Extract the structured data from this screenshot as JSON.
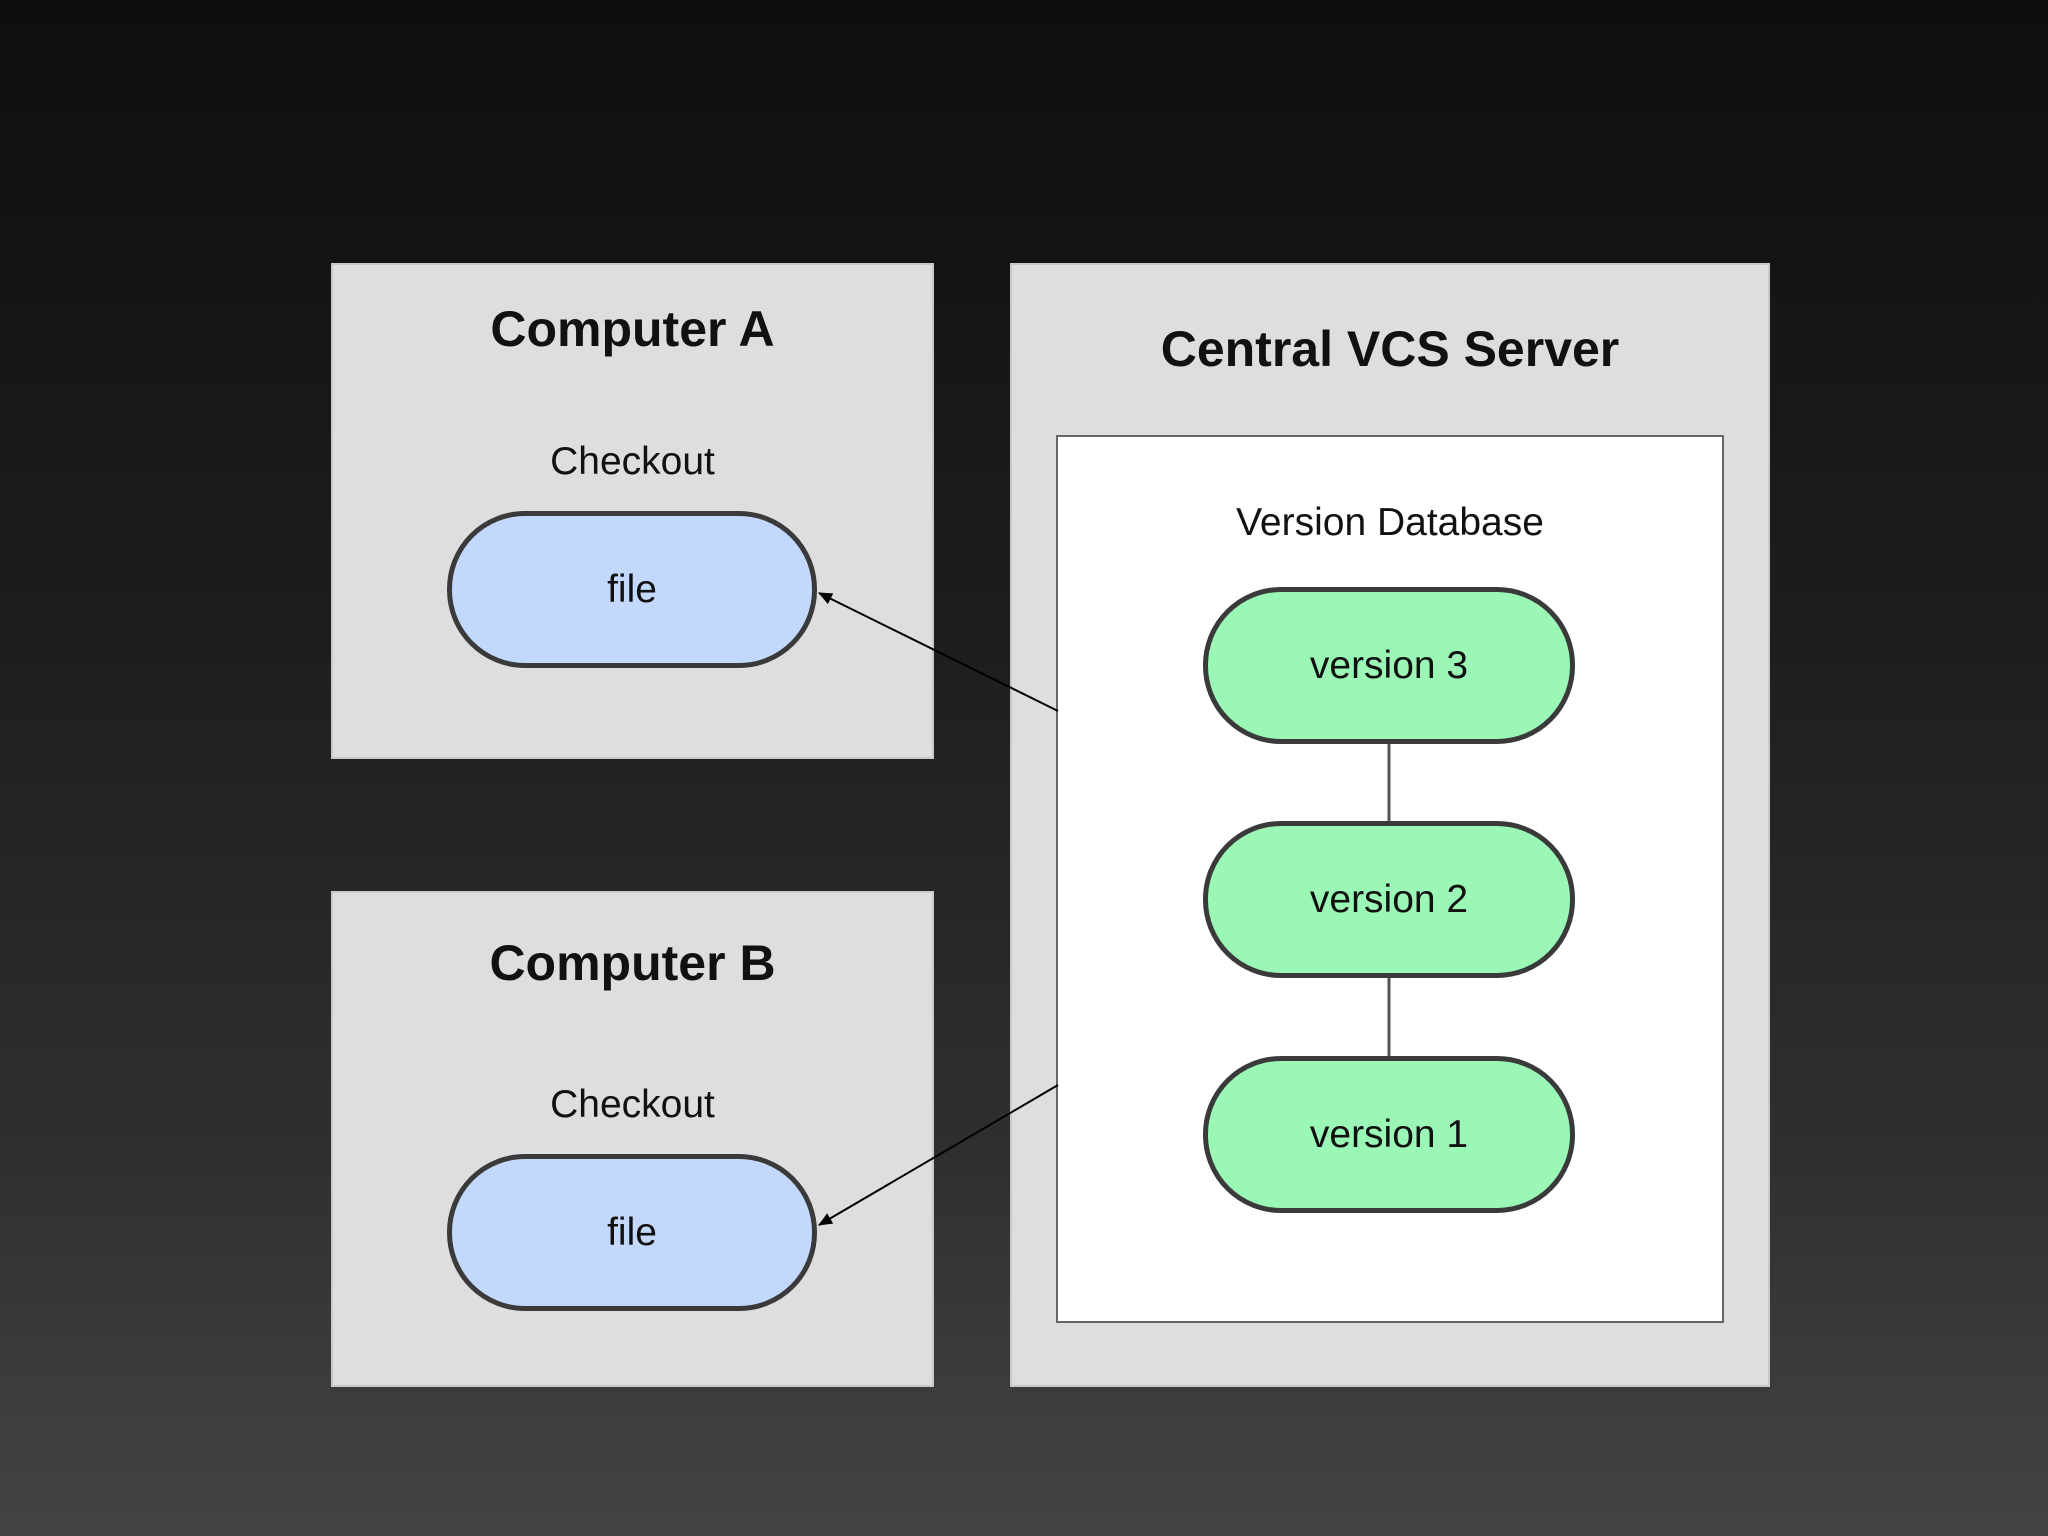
{
  "computer_a": {
    "title": "Computer A",
    "checkout_label": "Checkout",
    "file_label": "file"
  },
  "computer_b": {
    "title": "Computer B",
    "checkout_label": "Checkout",
    "file_label": "file"
  },
  "server": {
    "title": "Central VCS Server",
    "database_label": "Version Database",
    "versions": [
      "version 3",
      "version 2",
      "version 1"
    ]
  },
  "colors": {
    "background_top": "#0e0e0e",
    "background_bottom": "#444446",
    "panel": "#dedddf",
    "file_node": "#c3d8fd",
    "version_node": "#9bf7b6"
  }
}
